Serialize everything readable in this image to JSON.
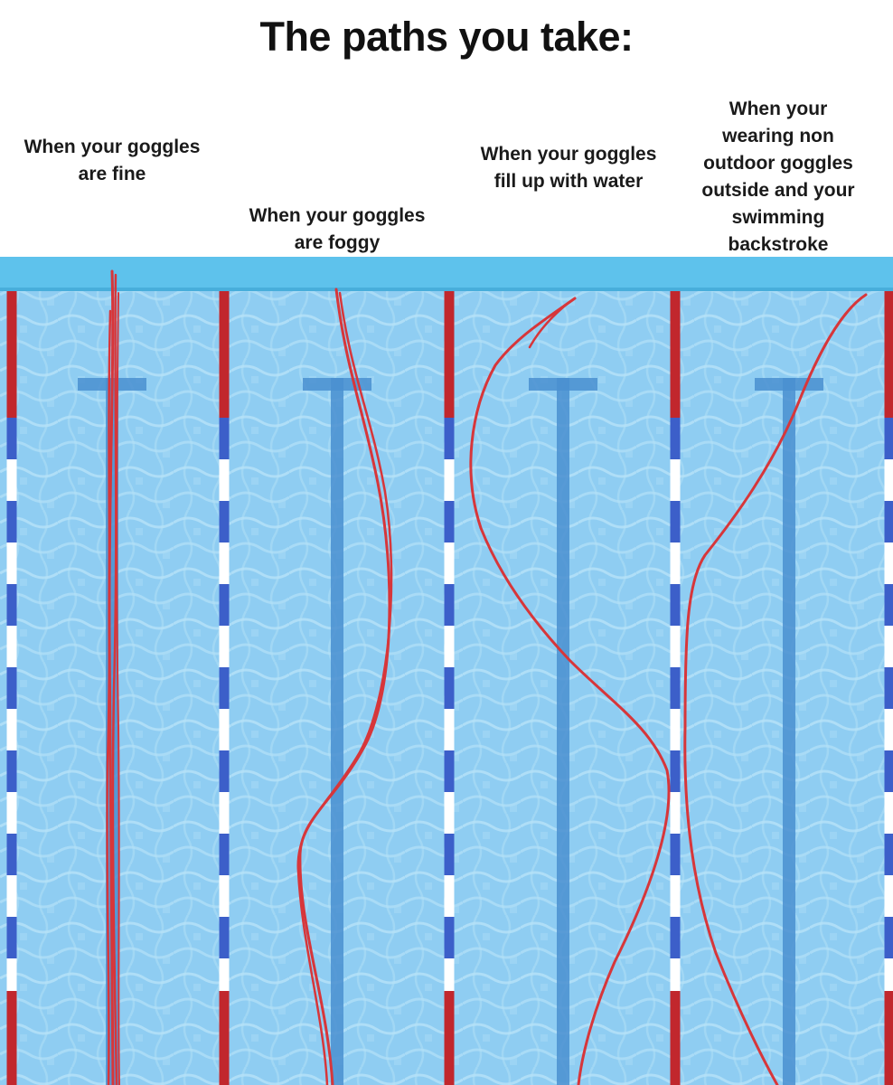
{
  "title": "The paths you take:",
  "captions": {
    "fine": [
      "When your goggles",
      "are fine"
    ],
    "foggy": [
      "When your goggles",
      "are foggy"
    ],
    "water": [
      "When your goggles",
      "fill up with water"
    ],
    "backstroke": [
      "When your",
      "wearing non",
      "outdoor goggles",
      "outside and your",
      "swimming",
      "backstroke"
    ]
  },
  "colors": {
    "pool_water": "#8fcdf2",
    "pool_edge": "#5ec2ec",
    "lane_line_red": "#c1272d",
    "lane_line_blue": "#3c5fc9",
    "lane_line_white": "#ffffff",
    "lane_marker": "#4a8fd0",
    "path_red": "#d7363a"
  }
}
